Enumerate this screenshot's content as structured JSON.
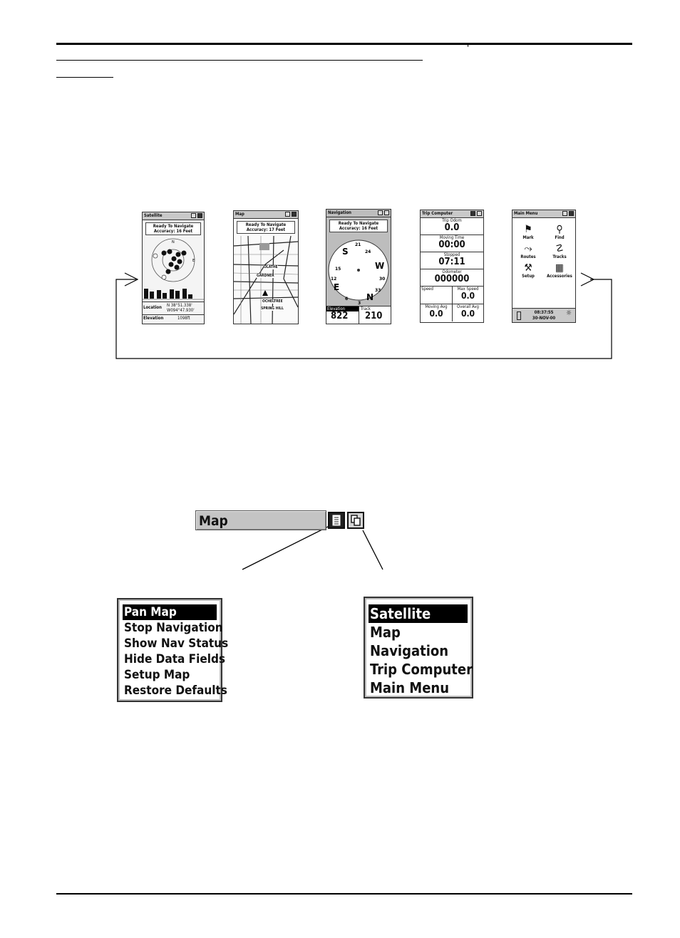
{
  "header": {
    "page_marker": "'"
  },
  "screens": [
    {
      "title": "Satellite",
      "status_line1": "Ready To Navigate",
      "status_line2": "Accuracy: 16 Feet",
      "location_label": "Location",
      "location_lat": "N 38°51.338'",
      "location_lon": "W094°47.930'",
      "elevation_label": "Elevation",
      "elevation_value": "1098ft"
    },
    {
      "title": "Map",
      "status_line1": "Ready To Navigate",
      "status_line2": "Accuracy: 17 Feet",
      "labels": [
        "OLATHE",
        "GARDNER",
        "SPRING HILL",
        "OCHELTREE"
      ]
    },
    {
      "title": "Navigation",
      "status_line1": "Ready To Navigate",
      "status_line2": "Accuracy: 16 Feet",
      "elevation_label": "Elevation",
      "elevation_value": "822",
      "track_label": "Track",
      "track_value": "210"
    },
    {
      "title": "Trip Computer",
      "fields": [
        {
          "label": "Trip Odom",
          "value": "0.0"
        },
        {
          "label": "Moving Time",
          "value": "00:00"
        },
        {
          "label": "Stopped",
          "value": "07:11"
        },
        {
          "label": "Odometer",
          "value": "000000"
        }
      ],
      "speed_label": "Speed",
      "max_speed_label": "Max Speed",
      "max_speed_value": "0.0",
      "moving_avg_label": "Moving Avg",
      "moving_avg_value": "0.0",
      "overall_avg_label": "Overall Avg",
      "overall_avg_value": "0.0"
    },
    {
      "title": "Main Menu",
      "items": [
        "Mark",
        "Find",
        "Routes",
        "Tracks",
        "Setup",
        "Accessories"
      ],
      "time": "08:37:55",
      "date": "30-NOV-00"
    }
  ],
  "titlebar": {
    "label": "Map"
  },
  "options_menu": {
    "items": [
      "Pan Map",
      "Stop Navigation",
      "Show Nav Status",
      "Hide Data Fields",
      "Setup Map",
      "Restore Defaults"
    ]
  },
  "page_menu": {
    "items": [
      "Satellite",
      "Map",
      "Navigation",
      "Trip Computer",
      "Main Menu"
    ]
  }
}
